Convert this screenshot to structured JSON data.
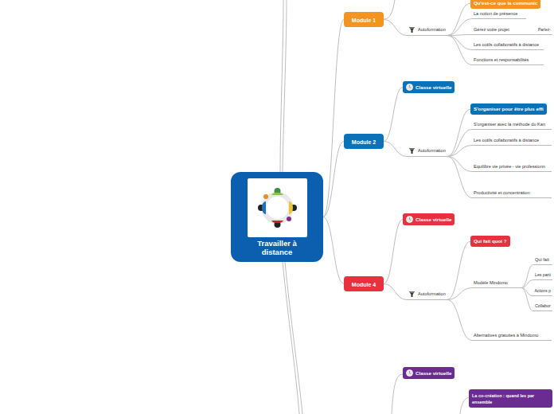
{
  "diagram": {
    "nodes": [
      {
        "text": [
          "Travailler à distance"
        ]
      },
      {
        "text": [
          "Module 1"
        ]
      },
      {
        "text": [
          "Qu'est-ce que la communic"
        ]
      },
      {
        "text": [
          "Autoformation"
        ]
      },
      {
        "text": [
          "La notion de présence"
        ]
      },
      {
        "text": [
          "Gérez votre projet"
        ]
      },
      {
        "text": [
          "Parlez-"
        ]
      },
      {
        "text": [
          "Les outils collaboratifs à distance"
        ]
      },
      {
        "text": [
          "Fonctions et responsabilités"
        ]
      },
      {
        "text": [
          "Module 2"
        ]
      },
      {
        "text": [
          "Classe virtuelle"
        ]
      },
      {
        "text": [
          "Autoformation"
        ]
      },
      {
        "text": [
          "S'organiser pour être plus effi"
        ]
      },
      {
        "text": [
          "S'organiser avec la méthode du Kan"
        ]
      },
      {
        "text": [
          "Les outils collaboratifs à distance"
        ]
      },
      {
        "text": [
          "Equilibre vie privée - vie professionn"
        ]
      },
      {
        "text": [
          "Productivité et concentration"
        ]
      },
      {
        "text": [
          "Module 4"
        ]
      },
      {
        "text": [
          "Classe virtuelle"
        ]
      },
      {
        "text": [
          "Autoformation"
        ]
      },
      {
        "text": [
          "Qui fait quoi ?"
        ]
      },
      {
        "text": [
          "Modèle Mindomo"
        ]
      },
      {
        "text": [
          "Qui fait"
        ]
      },
      {
        "text": [
          "Les parti"
        ]
      },
      {
        "text": [
          "Actions p"
        ]
      },
      {
        "text": [
          "Collabor"
        ]
      },
      {
        "text": [
          "Alternatives gratuites à Mindomo"
        ]
      },
      {
        "text": [
          "Classe virtuelle"
        ]
      },
      {
        "text": [
          "La co-création : quand les par ensemble"
        ]
      }
    ],
    "edges": [
      {
        "from": 0,
        "to": 1,
        "arrow": "none"
      },
      {
        "from": 1,
        "to": 3,
        "arrow": "none"
      },
      {
        "from": 3,
        "to": 2,
        "arrow": "none"
      },
      {
        "from": 3,
        "to": 4,
        "arrow": "none"
      },
      {
        "from": 3,
        "to": 5,
        "arrow": "none"
      },
      {
        "from": 5,
        "to": 6,
        "arrow": "none"
      },
      {
        "from": 3,
        "to": 7,
        "arrow": "none"
      },
      {
        "from": 3,
        "to": 8,
        "arrow": "none"
      },
      {
        "from": 0,
        "to": 9,
        "arrow": "none"
      },
      {
        "from": 9,
        "to": 10,
        "arrow": "none"
      },
      {
        "from": 9,
        "to": 11,
        "arrow": "none"
      },
      {
        "from": 11,
        "to": 12,
        "arrow": "none"
      },
      {
        "from": 11,
        "to": 13,
        "arrow": "none"
      },
      {
        "from": 11,
        "to": 14,
        "arrow": "none"
      },
      {
        "from": 11,
        "to": 15,
        "arrow": "none"
      },
      {
        "from": 11,
        "to": 16,
        "arrow": "none"
      },
      {
        "from": 0,
        "to": 17,
        "arrow": "none"
      },
      {
        "from": 17,
        "to": 18,
        "arrow": "none"
      },
      {
        "from": 17,
        "to": 19,
        "arrow": "none"
      },
      {
        "from": 19,
        "to": 20,
        "arrow": "none"
      },
      {
        "from": 19,
        "to": 21,
        "arrow": "none"
      },
      {
        "from": 21,
        "to": 22,
        "arrow": "none"
      },
      {
        "from": 21,
        "to": 23,
        "arrow": "none"
      },
      {
        "from": 21,
        "to": 24,
        "arrow": "none"
      },
      {
        "from": 21,
        "to": 25,
        "arrow": "none"
      },
      {
        "from": 19,
        "to": 26,
        "arrow": "none"
      }
    ]
  }
}
